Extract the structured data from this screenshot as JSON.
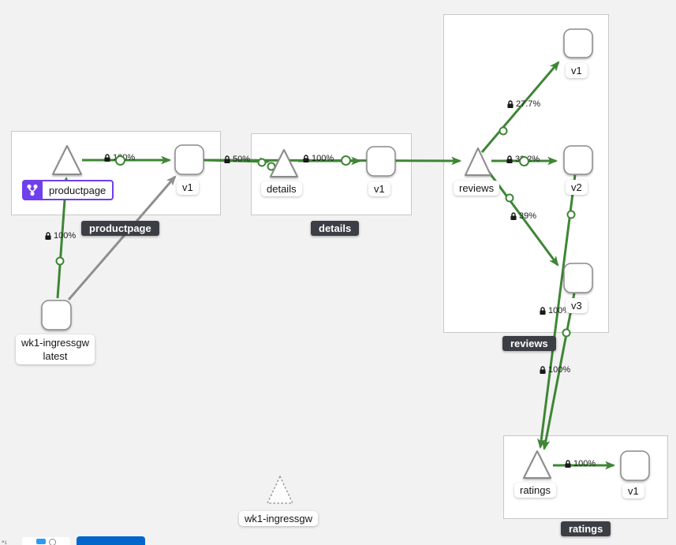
{
  "colors": {
    "edge_green": "#3e8635",
    "edge_gray": "#8f8f8f",
    "virtual_service_purple": "#703fec",
    "tooltip_bg": "#3b3e44",
    "primary_blue": "#0066cc"
  },
  "groups": {
    "productpage": {
      "tooltip": "productpage"
    },
    "details": {
      "tooltip": "details"
    },
    "reviews": {
      "tooltip": "reviews"
    },
    "ratings": {
      "tooltip": "ratings"
    }
  },
  "nodes": {
    "productpage_service": "productpage",
    "productpage_v1": "v1",
    "details_service": "details",
    "details_v1": "v1",
    "reviews_service": "reviews",
    "reviews_v1": "v1",
    "reviews_v2": "v2",
    "reviews_v3": "v3",
    "ratings_service": "ratings",
    "ratings_v1": "v1",
    "ingress_name": "wk1-ingressgw",
    "ingress_version": "latest",
    "idle_gateway": "wk1-ingressgw"
  },
  "edges": {
    "ingress_to_productpage": "100%",
    "productpage_to_v1": "100%",
    "productpage_to_details": "50%",
    "details_to_v1": "100%",
    "reviews_to_v1": "27.7%",
    "reviews_to_v2": "33.2%",
    "reviews_to_v3": "39%",
    "reviews_v2_to_ratings": "100%",
    "reviews_v3_to_ratings": "100%",
    "ratings_to_v1": "100%"
  }
}
